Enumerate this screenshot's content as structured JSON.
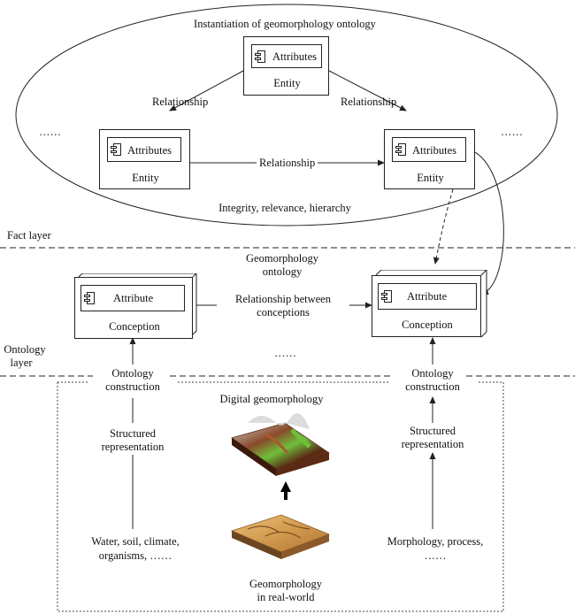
{
  "fact_layer": {
    "title": "Instantiation of geomorphology ontology",
    "attributes_label": "Attributes",
    "entity_label": "Entity",
    "relationship_label": "Relationship",
    "ellipsis": "……",
    "footer": "Integrity, relevance, hierarchy",
    "layer_label": "Fact layer"
  },
  "ontology_layer": {
    "title_line1": "Geomorphology",
    "title_line2": "ontology",
    "attribute_label": "Attribute",
    "conception_label": "Conception",
    "relationship_line1": "Relationship between",
    "relationship_line2": "conceptions",
    "ellipsis": "……",
    "layer_label_line1": "Ontology",
    "layer_label_line2": "layer"
  },
  "digital_layer": {
    "construction_line1": "Ontology",
    "construction_line2": "construction",
    "structured_line1": "Structured",
    "structured_line2": "representation",
    "digital_title": "Digital geomorphology",
    "left_factors_line1": "Water, soil, climate,",
    "left_factors_line2": "organisms, ……",
    "right_factors_line1": "Morphology, process,",
    "right_factors_line2": "……",
    "real_world_line1": "Geomorphology",
    "real_world_line2": "in real-world"
  },
  "colors": {
    "line": "#222222",
    "dem_low": "#7a3a20",
    "dem_green": "#6fbf3a",
    "dem_snow": "#e8e8e8",
    "terrain_sand": "#d9a55a",
    "terrain_shadow": "#8b5a2b"
  }
}
